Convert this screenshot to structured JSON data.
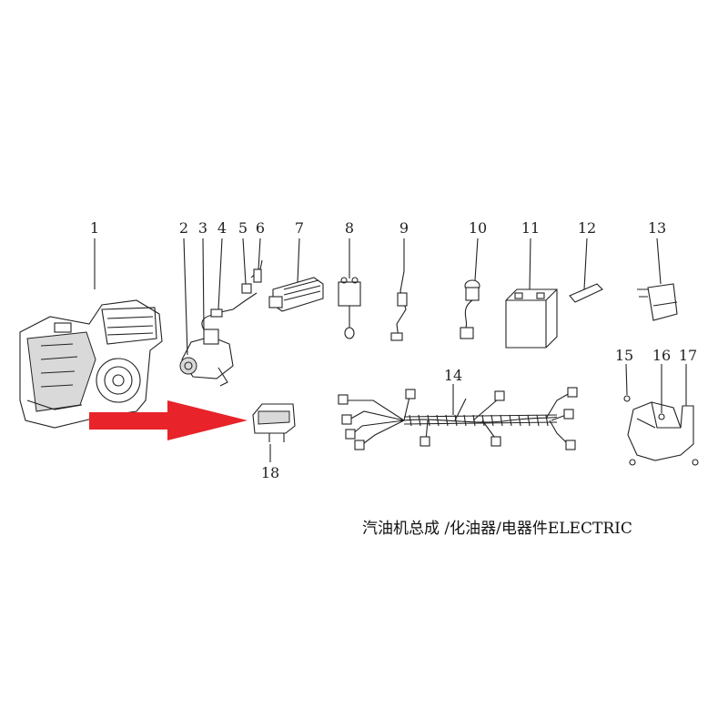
{
  "callouts": [
    "1",
    "2",
    "3",
    "4",
    "5",
    "6",
    "7",
    "8",
    "9",
    "10",
    "11",
    "12",
    "13",
    "14",
    "15",
    "16",
    "17",
    "18"
  ],
  "caption": "汽油机总成 /化油器/电器件ELECTRIC",
  "colors": {
    "arrow": "#e8232a",
    "line": "#222222"
  }
}
